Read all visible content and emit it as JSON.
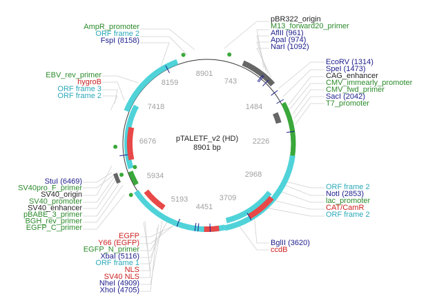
{
  "plasmid": {
    "name": "pTALETF_v2 (HD)",
    "size_label": "8901 bp",
    "length": 8901
  },
  "colors": {
    "backbone": "#333333",
    "orf": "#4fd3d9",
    "promoter": "#3aa83a",
    "marker": "#e84848",
    "origin": "#666666",
    "enzyme": "#1c1c8c",
    "primer": "#3aa83a",
    "label_green": "#2a8a2a",
    "label_cyan": "#2aa8b8",
    "label_red": "#cc2020",
    "label_dark": "#222222"
  },
  "ticks": [
    "743",
    "1484",
    "2226",
    "2968",
    "3709",
    "4451",
    "5193",
    "5934",
    "6676",
    "7418",
    "8159",
    "8901"
  ],
  "labels": {
    "top_left": [
      {
        "text": "AmpR_promoter",
        "kind": "green"
      },
      {
        "text": "ORF frame 2",
        "kind": "cyan"
      },
      {
        "text": "FspI (8158)",
        "kind": "enzyme"
      }
    ],
    "top_right": [
      {
        "text": "pBR322_origin",
        "kind": "dark"
      },
      {
        "text": "M13_forward20_primer",
        "kind": "green"
      },
      {
        "text": "AflII (961)",
        "kind": "enzyme"
      },
      {
        "text": "ApaI (974)",
        "kind": "enzyme"
      },
      {
        "text": "NarI (1092)",
        "kind": "enzyme"
      }
    ],
    "right_upper": [
      {
        "text": "EcoRV (1314)",
        "kind": "enzyme"
      },
      {
        "text": "SpeI (1473)",
        "kind": "enzyme"
      },
      {
        "text": "CAG_enhancer",
        "kind": "dark"
      },
      {
        "text": "CMV_immearly_promoter",
        "kind": "green"
      },
      {
        "text": "CMV_fwd_primer",
        "kind": "green"
      },
      {
        "text": "SacI (2042)",
        "kind": "enzyme"
      },
      {
        "text": "T7_promoter",
        "kind": "green"
      }
    ],
    "left_upper": [
      {
        "text": "EBV_rev_primer",
        "kind": "green"
      },
      {
        "text": "hygroB",
        "kind": "red"
      },
      {
        "text": "ORF frame 3",
        "kind": "cyan"
      },
      {
        "text": "ORF frame 2",
        "kind": "cyan"
      }
    ],
    "left_middle": [
      {
        "text": "StuI (6469)",
        "kind": "enzyme"
      },
      {
        "text": "SV40pro_F_primer",
        "kind": "green"
      },
      {
        "text": "SV40_origin",
        "kind": "dark"
      },
      {
        "text": "SV40_promoter",
        "kind": "green"
      },
      {
        "text": "SV40_enhancer",
        "kind": "dark"
      },
      {
        "text": "pBABE_3_primer",
        "kind": "green"
      },
      {
        "text": "BGH_rev_primer",
        "kind": "green"
      },
      {
        "text": "EGFP_C_primer",
        "kind": "green"
      }
    ],
    "right_lower": [
      {
        "text": "ORF frame 2",
        "kind": "cyan"
      },
      {
        "text": "NotI (2853)",
        "kind": "enzyme"
      },
      {
        "text": "lac_promoter",
        "kind": "green"
      },
      {
        "text": "CAT/CamR",
        "kind": "red"
      },
      {
        "text": "ORF frame 2",
        "kind": "cyan"
      }
    ],
    "bottom_center": [
      {
        "text": "BglII (3620)",
        "kind": "enzyme"
      },
      {
        "text": "ccdB",
        "kind": "red"
      }
    ],
    "bottom_left": [
      {
        "text": "EGFP",
        "kind": "red"
      },
      {
        "text": "Y66 (EGFP)",
        "kind": "red"
      },
      {
        "text": "EGFP_N_primer",
        "kind": "green"
      },
      {
        "text": "XbaI (5116)",
        "kind": "enzyme"
      },
      {
        "text": "ORF frame 1",
        "kind": "cyan"
      },
      {
        "text": "NLS",
        "kind": "red"
      },
      {
        "text": "SV40 NLS",
        "kind": "red"
      },
      {
        "text": "NheI (4909)",
        "kind": "enzyme"
      },
      {
        "text": "XhoI (4705)",
        "kind": "enzyme"
      }
    ]
  }
}
